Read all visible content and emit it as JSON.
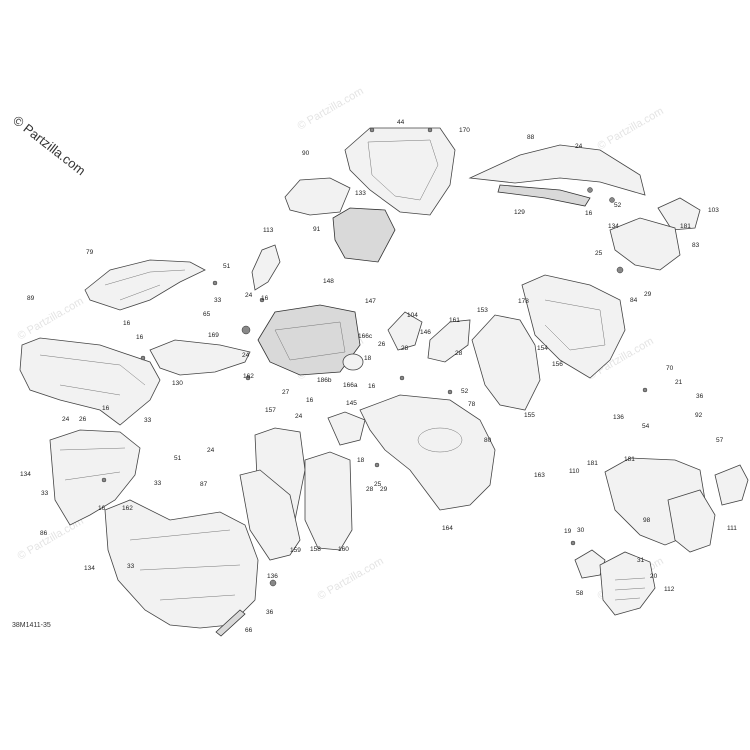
{
  "brand": "© Partzilla.com",
  "watermark_text": "© Partzilla.com",
  "diagram_code": "38M1411-35",
  "callouts": [
    "44",
    "170",
    "88",
    "24",
    "90",
    "133",
    "52",
    "16",
    "103",
    "129",
    "181",
    "91",
    "83",
    "134",
    "113",
    "51",
    "25",
    "79",
    "33",
    "29",
    "24",
    "16",
    "148",
    "84",
    "89",
    "16",
    "147",
    "178",
    "153",
    "65",
    "161",
    "104",
    "16",
    "169",
    "166c",
    "154",
    "26",
    "146",
    "156",
    "24",
    "28",
    "28",
    "162",
    "70",
    "130",
    "186b",
    "166a",
    "16",
    "21",
    "18",
    "27",
    "52",
    "24",
    "26",
    "16",
    "36",
    "145",
    "78",
    "136",
    "33",
    "155",
    "54",
    "92",
    "157",
    "24",
    "16",
    "80",
    "57",
    "110",
    "51",
    "18",
    "163",
    "134",
    "33",
    "181",
    "28",
    "29",
    "25",
    "87",
    "33",
    "164",
    "19",
    "30",
    "98",
    "111",
    "181",
    "31",
    "136",
    "159",
    "158",
    "160",
    "58",
    "20",
    "112",
    "36",
    "66",
    "86",
    "134",
    "33",
    "16",
    "162",
    "24"
  ]
}
